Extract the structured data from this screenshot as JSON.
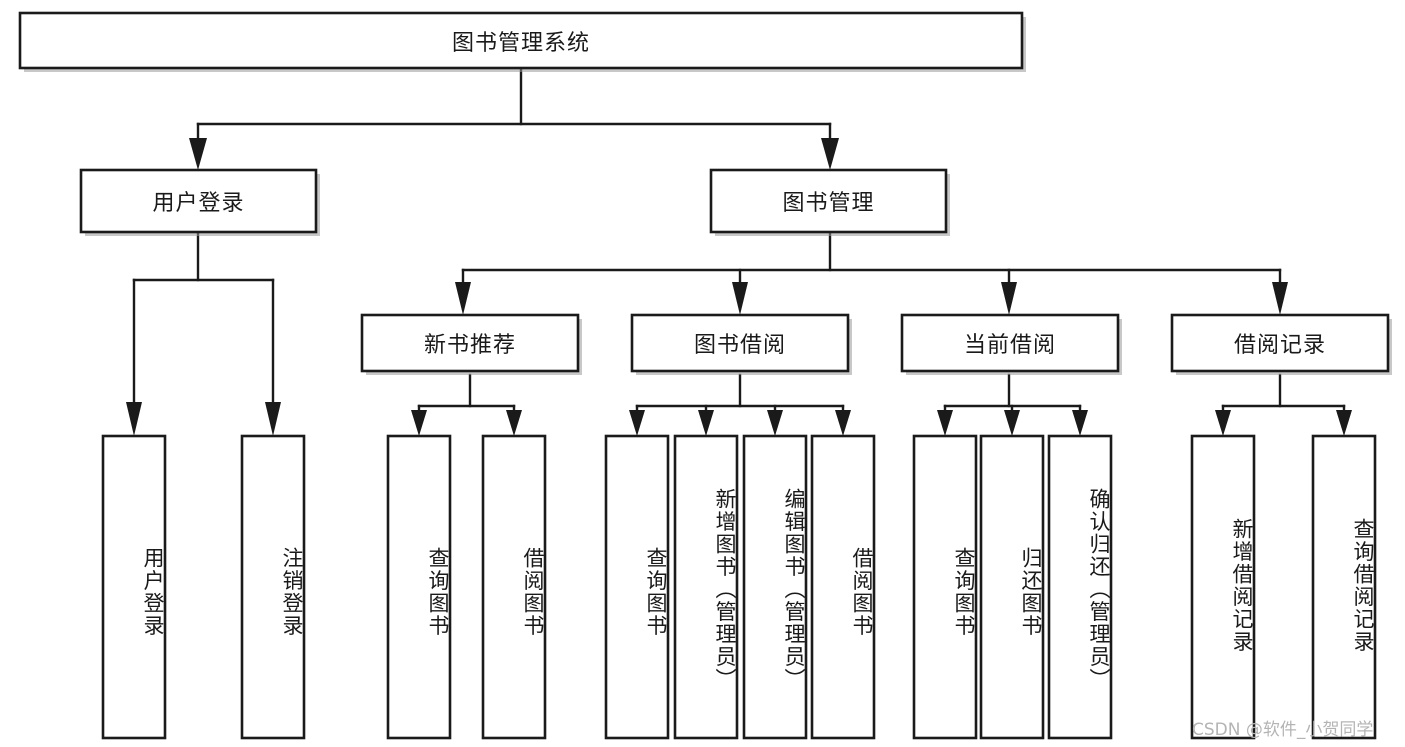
{
  "diagram": {
    "type": "tree-hierarchy",
    "title": "图书管理系统",
    "watermark": "CSDN @软件_小贺同学",
    "colors": {
      "stroke": "#1a1a1a",
      "fill": "#ffffff",
      "background": "#ffffff",
      "watermark": "#b4b4b4"
    },
    "nodes": {
      "root": {
        "label": "图书管理系统",
        "level": 1
      },
      "l2": [
        {
          "label": "用户登录",
          "level": 2
        },
        {
          "label": "图书管理",
          "level": 2
        }
      ],
      "l3": [
        {
          "label": "新书推荐",
          "level": 3
        },
        {
          "label": "图书借阅",
          "level": 3
        },
        {
          "label": "当前借阅",
          "level": 3
        },
        {
          "label": "借阅记录",
          "level": 3
        }
      ],
      "leaves_user_login": [
        {
          "label": "用户登录"
        },
        {
          "label": "注销登录"
        }
      ],
      "leaves_new_book": [
        {
          "label": "查询图书"
        },
        {
          "label": "借阅图书"
        }
      ],
      "leaves_borrow": [
        {
          "label": "查询图书"
        },
        {
          "label": "新增图书（管理员）"
        },
        {
          "label": "编辑图书（管理员）"
        },
        {
          "label": "借阅图书"
        }
      ],
      "leaves_current": [
        {
          "label": "查询图书"
        },
        {
          "label": "归还图书"
        },
        {
          "label": "确认归还（管理员）"
        }
      ],
      "leaves_record": [
        {
          "label": "新增借阅记录"
        },
        {
          "label": "查询借阅记录"
        }
      ]
    },
    "edges": [
      {
        "from": "图书管理系统",
        "to": "用户登录"
      },
      {
        "from": "图书管理系统",
        "to": "图书管理"
      },
      {
        "from": "用户登录",
        "to": "用户登录"
      },
      {
        "from": "用户登录",
        "to": "注销登录"
      },
      {
        "from": "图书管理",
        "to": "新书推荐"
      },
      {
        "from": "图书管理",
        "to": "图书借阅"
      },
      {
        "from": "图书管理",
        "to": "当前借阅"
      },
      {
        "from": "图书管理",
        "to": "借阅记录"
      },
      {
        "from": "新书推荐",
        "to": "查询图书"
      },
      {
        "from": "新书推荐",
        "to": "借阅图书"
      },
      {
        "from": "图书借阅",
        "to": "查询图书"
      },
      {
        "from": "图书借阅",
        "to": "新增图书（管理员）"
      },
      {
        "from": "图书借阅",
        "to": "编辑图书（管理员）"
      },
      {
        "from": "图书借阅",
        "to": "借阅图书"
      },
      {
        "from": "当前借阅",
        "to": "查询图书"
      },
      {
        "from": "当前借阅",
        "to": "归还图书"
      },
      {
        "from": "当前借阅",
        "to": "确认归还（管理员）"
      },
      {
        "from": "借阅记录",
        "to": "新增借阅记录"
      },
      {
        "from": "借阅记录",
        "to": "查询借阅记录"
      }
    ]
  }
}
